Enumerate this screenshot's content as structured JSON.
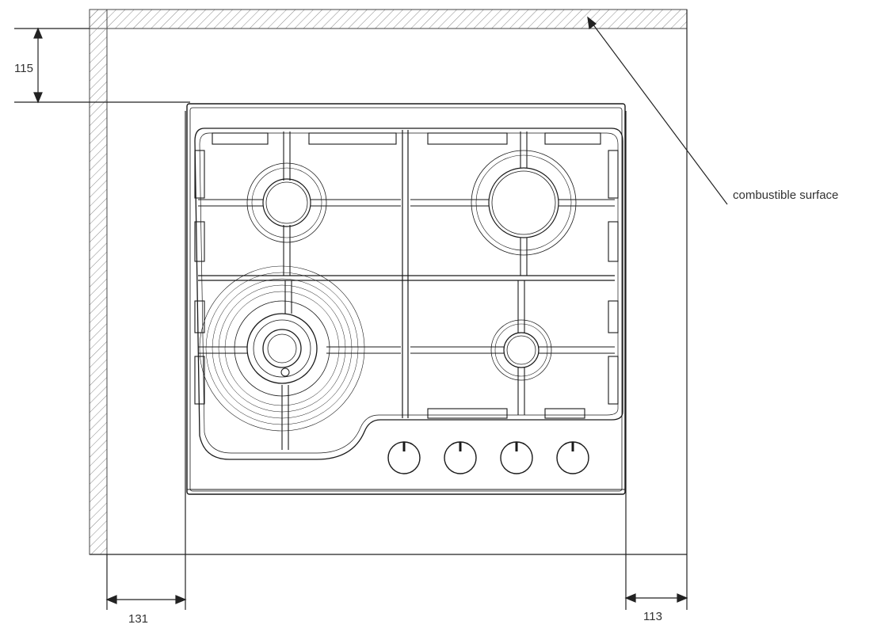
{
  "dimensions": {
    "top_clearance": "115",
    "left_clearance": "131",
    "right_clearance": "113"
  },
  "annotation": {
    "combustible_surface": "combustible surface"
  },
  "hob": {
    "burners": 4,
    "knobs": 4
  },
  "colors": {
    "line": "#1a1a1a",
    "hatch": "#888888",
    "background": "#ffffff"
  }
}
